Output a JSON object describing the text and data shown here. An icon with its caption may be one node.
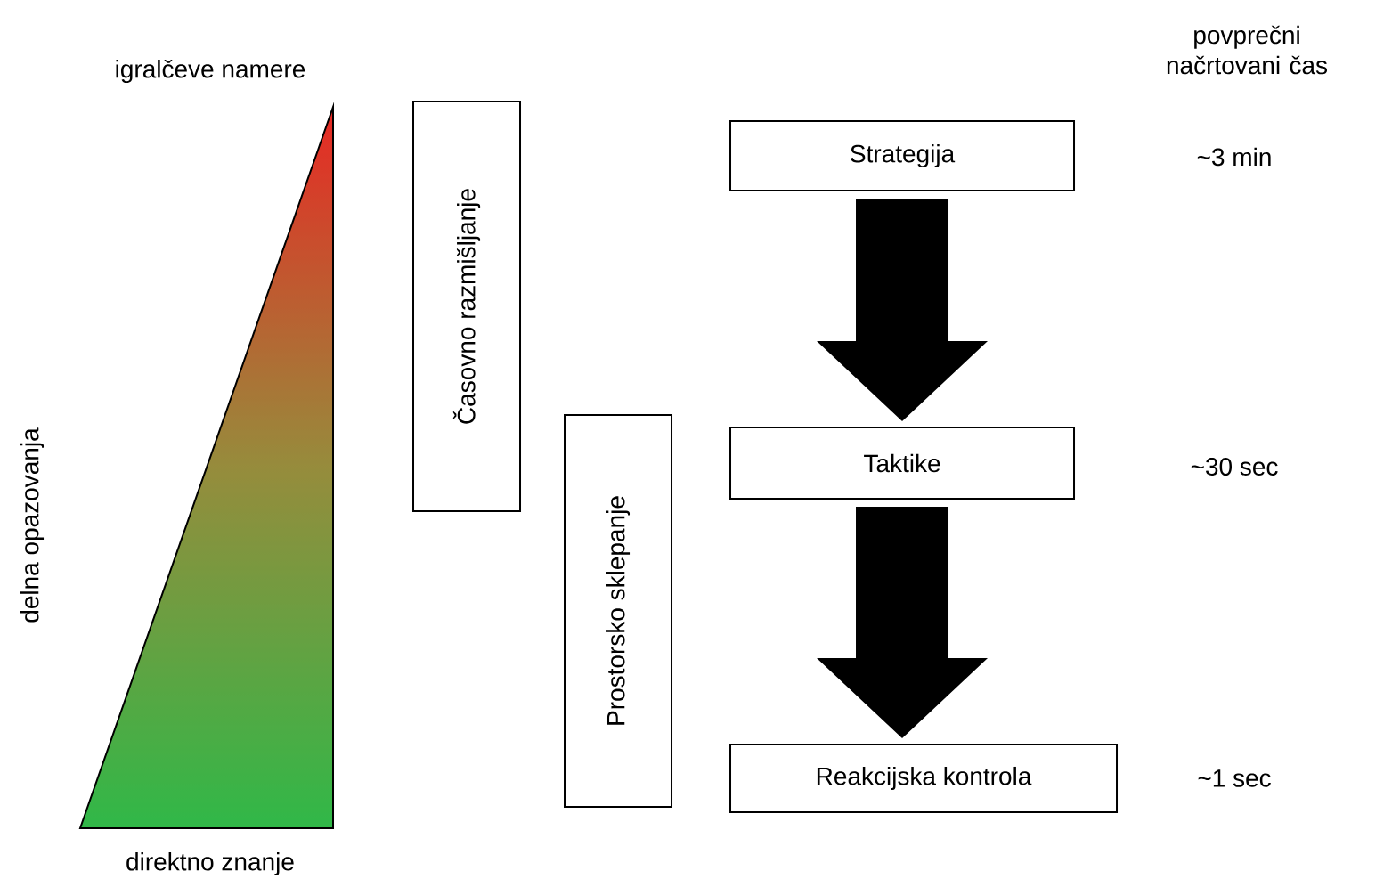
{
  "diagram": {
    "nodes": [
      {
        "text": [
          "Časovno razmišljanje"
        ]
      },
      {
        "text": [
          "Prostorsko sklepanje"
        ]
      },
      {
        "text": [
          "Strategija"
        ]
      },
      {
        "text": [
          "Taktike"
        ]
      },
      {
        "text": [
          "Reakcijska kontrola"
        ]
      }
    ],
    "edges": [
      {
        "from": 2,
        "to": 3,
        "arrow": "to"
      },
      {
        "from": 3,
        "to": 4,
        "arrow": "to"
      }
    ],
    "labels": [
      "povprečni načrtovani čas",
      "igralčeve namere",
      "~3 min",
      "~30 sec",
      "~1 sec",
      "delna opazovanja",
      "direktno znanje"
    ]
  }
}
